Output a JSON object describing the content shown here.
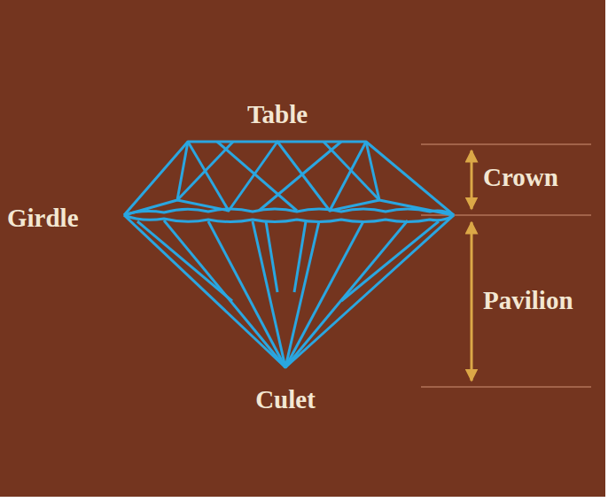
{
  "diagram": {
    "labels": [
      "Table",
      "Crown",
      "Girdle",
      "Pavilion",
      "Culet"
    ]
  }
}
